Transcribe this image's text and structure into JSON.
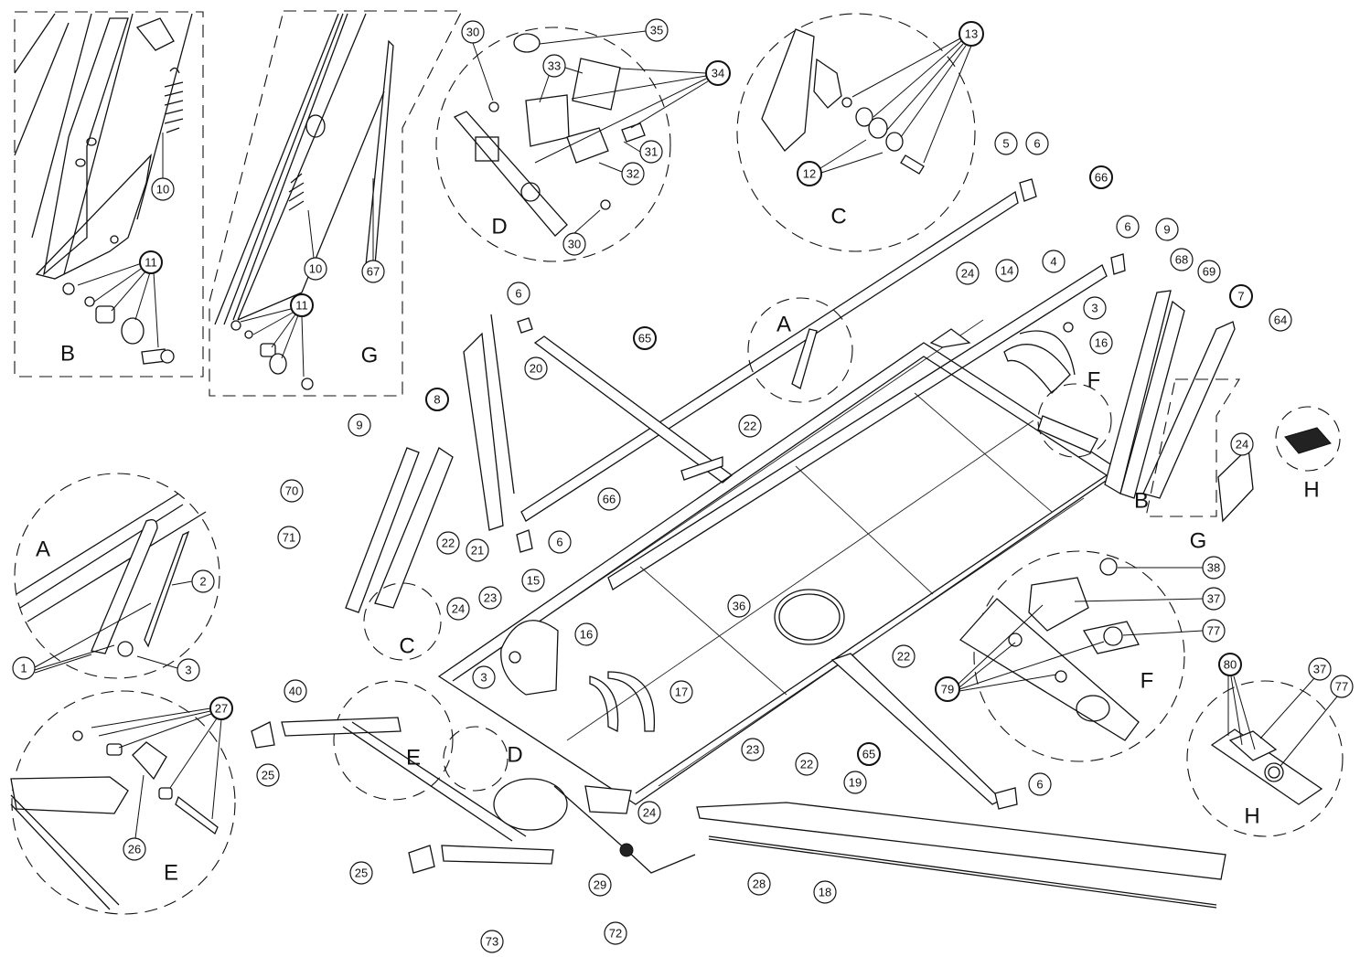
{
  "diagram": {
    "type": "exploded-parts-diagram",
    "detail_views": [
      {
        "id": "A",
        "label": "A"
      },
      {
        "id": "B",
        "label": "B"
      },
      {
        "id": "C",
        "label": "C"
      },
      {
        "id": "D",
        "label": "D"
      },
      {
        "id": "E",
        "label": "E"
      },
      {
        "id": "F",
        "label": "F"
      },
      {
        "id": "G",
        "label": "G"
      },
      {
        "id": "H",
        "label": "H"
      }
    ],
    "detail_markers_on_main": [
      {
        "id": "A",
        "label": "A"
      },
      {
        "id": "B",
        "label": "B"
      },
      {
        "id": "C",
        "label": "C"
      },
      {
        "id": "D",
        "label": "D"
      },
      {
        "id": "E",
        "label": "E"
      },
      {
        "id": "F",
        "label": "F"
      },
      {
        "id": "G",
        "label": "G"
      },
      {
        "id": "H",
        "label": "H"
      }
    ],
    "callouts": {
      "b10": "10",
      "b11": "11",
      "g10": "10",
      "g67": "67",
      "g11": "11",
      "d30a": "30",
      "d35": "35",
      "d33": "33",
      "d34": "34",
      "d31": "31",
      "d32": "32",
      "d30b": "30",
      "c13": "13",
      "c12": "12",
      "m5": "5",
      "m6a": "6",
      "m66a": "66",
      "m6b": "6",
      "m9a": "9",
      "m68": "68",
      "m69": "69",
      "m7": "7",
      "m64": "64",
      "m4": "4",
      "m24a": "24",
      "m14": "14",
      "m3a": "3",
      "m16a": "16",
      "m24b": "24",
      "m6c": "6",
      "m65a": "65",
      "m20": "20",
      "m22a": "22",
      "m8": "8",
      "m9b": "9",
      "m70": "70",
      "m71": "71",
      "m22b": "22",
      "m21": "21",
      "m66b": "66",
      "m6d": "6",
      "a2": "2",
      "a1": "1",
      "a3": "3",
      "m15": "15",
      "m16b": "16",
      "m23a": "23",
      "m24c": "24",
      "m3b": "3",
      "m17": "17",
      "m36": "36",
      "m40": "40",
      "m25a": "25",
      "e27": "27",
      "e26": "26",
      "m23b": "23",
      "m22c": "22",
      "m65b": "65",
      "m22d": "22",
      "m6e": "6",
      "m19": "19",
      "m24d": "24",
      "m29": "29",
      "m25b": "25",
      "m73": "73",
      "m72": "72",
      "m28": "28",
      "m18": "18",
      "f38": "38",
      "f37": "37",
      "f77": "77",
      "f79": "79",
      "h80": "80",
      "h37": "37",
      "h77": "77"
    }
  }
}
